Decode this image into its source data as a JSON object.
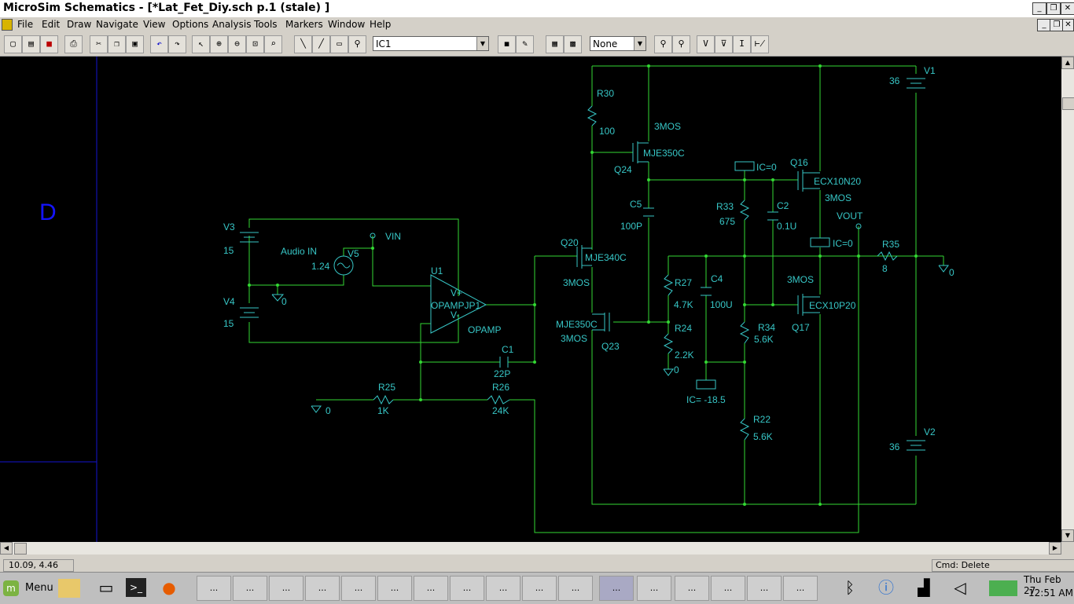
{
  "window": {
    "title": "MicroSim Schematics - [*Lat_Fet_Diy.sch  p.1 (stale)  ]",
    "buttons": [
      "_",
      "❐",
      "✕"
    ]
  },
  "menu": [
    "File",
    "Edit",
    "Draw",
    "Navigate",
    "View",
    "Options",
    "Analysis",
    "Tools",
    "Markers",
    "Window",
    "Help"
  ],
  "toolbar": {
    "part_combo": "IC1",
    "marker_combo": "None"
  },
  "schematic": {
    "border_letter": "D",
    "wire_color": "#33d833",
    "label_color": "#37c6c6",
    "labels": {
      "v1": "V1",
      "v1_val": "36",
      "v2": "V2",
      "v2_val": "36",
      "v3": "V3",
      "v3_val": "15",
      "v4": "V4",
      "v4_val": "15",
      "v5": "V5",
      "v5_val": "1.24",
      "audio": "Audio IN",
      "vin": "VIN",
      "vout": "VOUT",
      "u1": "U1",
      "u1_part": "OPAMPJP1",
      "u1_model": "OPAMP",
      "vplus": "V+",
      "vminus": "V-",
      "r30": "R30",
      "r30_val": "100",
      "r33": "R33",
      "r33_val": "675",
      "r35": "R35",
      "r35_val": "8",
      "r27": "R27",
      "r27_val": "4.7K",
      "r24": "R24",
      "r24_val": "2.2K",
      "r34": "R34",
      "r34_val": "5.6K",
      "r22": "R22",
      "r22_val": "5.6K",
      "r25": "R25",
      "r25_val": "1K",
      "r26": "R26",
      "r26_val": "24K",
      "c1": "C1",
      "c1_val": "22P",
      "c2": "C2",
      "c2_val": "0.1U",
      "c4": "C4",
      "c4_val": "100U",
      "c5": "C5",
      "c5_val": "100P",
      "q16": "Q16",
      "q16_part": "ECX10N20",
      "q16_mod": "3MOS",
      "q17": "Q17",
      "q17_part": "ECX10P20",
      "q17_mod": "3MOS",
      "q20": "Q20",
      "q20_part": "MJE340C",
      "q20_mod": "3MOS",
      "q23": "Q23",
      "q23_part": "MJE350C",
      "q23_mod": "3MOS",
      "q24": "Q24",
      "q24_part": "MJE350C",
      "q24_mod": "3MOS",
      "ic1": "IC=0",
      "ic2": "IC=0",
      "ic3": "IC= -18.5",
      "gnd": "0"
    }
  },
  "status": {
    "coords": "10.09, 4.46",
    "cmd": "Cmd: Delete"
  },
  "taskbar": {
    "menu_label": "Menu",
    "clock_date": "Thu Feb 27",
    "clock_time": "12:51 AM",
    "ellipsis": "..."
  }
}
